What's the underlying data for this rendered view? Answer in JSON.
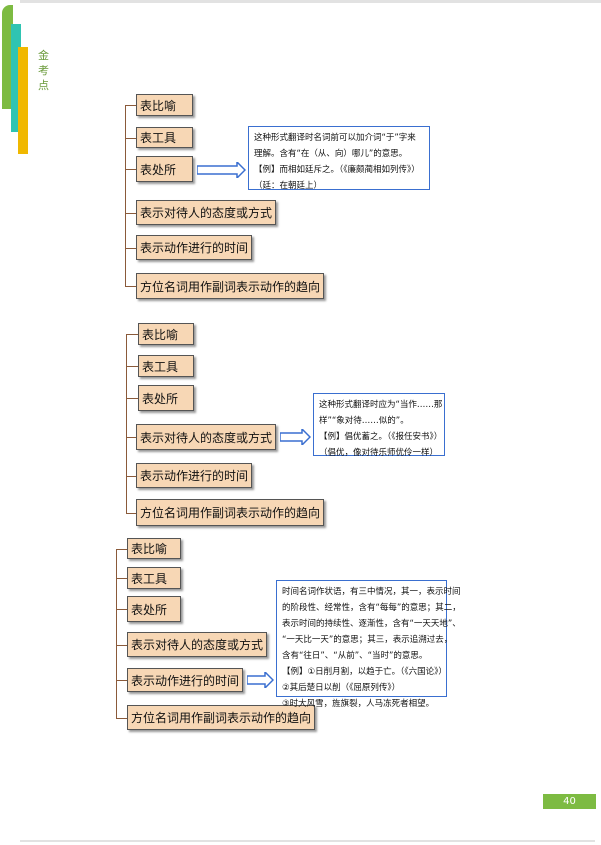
{
  "side_label": "金考点",
  "diagrams": [
    {
      "items": [
        "表比喻",
        "表工具",
        "表处所",
        "表示对待人的态度或方式",
        "表示动作进行的时间",
        "方位名词用作副词表示动作的趋向"
      ],
      "note": [
        "这种形式翻译时名词前可以加介词“于”字来",
        "理解。含有“在（从、向）哪儿”的意思。",
        "【例】而相如廷斥之。（《廉颇蔺相如列传》）",
        "（廷：在朝廷上）"
      ]
    },
    {
      "items": [
        "表比喻",
        "表工具",
        "表处所",
        "表示对待人的态度或方式",
        "表示动作进行的时间",
        "方位名词用作副词表示动作的趋向"
      ],
      "note": [
        "这种形式翻译时应为“当作……那",
        "样”“象对待……似的”。",
        "【例】倡优蓄之。（《报任安书》）",
        "（倡优，像对待乐师优伶一样）"
      ]
    },
    {
      "items": [
        "表比喻",
        "表工具",
        "表处所",
        "表示对待人的态度或方式",
        "表示动作进行的时间",
        "方位名词用作副词表示动作的趋向"
      ],
      "note": [
        "时间名词作状语，有三中情况，其一，表示时间",
        "的阶段性、经常性，含有“每每”的意思；其二，",
        "表示时间的持续性、逐渐性，含有“一天天地”、",
        "“一天比一天”的意思；其三，表示追溯过去，",
        "含有“往日”、“从前”、“当时”的意思。",
        "【例】①日削月割，以趋于亡。（《六国论》）",
        "②其后楚日以削（《屈原列传》）",
        "③时大风雪，旌旗裂，人马冻死者相望。"
      ]
    }
  ],
  "page_number": "40",
  "colors": {
    "green": "#7dbb42",
    "teal": "#2fc4b2",
    "yellow": "#f0b800",
    "box": "#f7d7b5",
    "note_border": "#3a6fd0"
  }
}
